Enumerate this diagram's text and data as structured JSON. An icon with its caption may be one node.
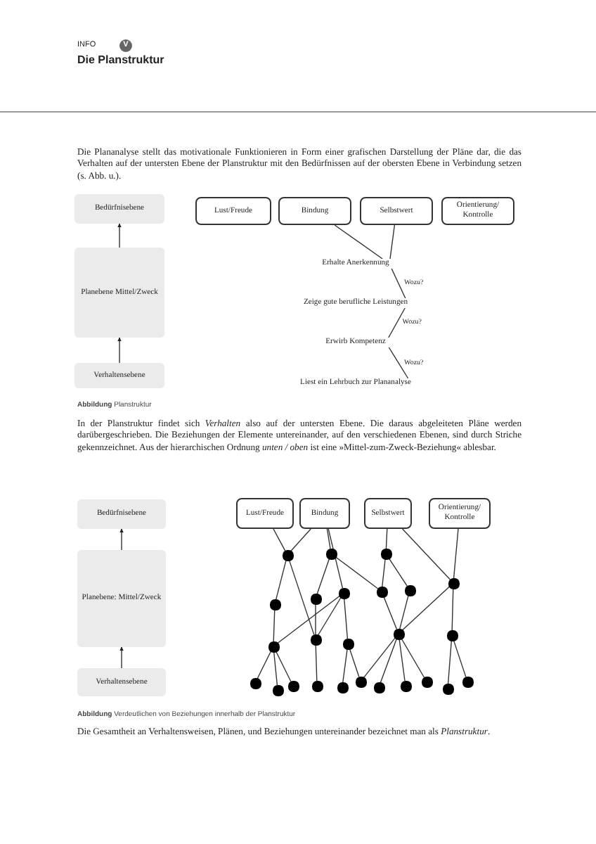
{
  "diagram": {
    "title": "Die Planstruktur",
    "nodes": [
      {
        "text": [
          "Bedürfnisebene"
        ]
      },
      {
        "text": [
          "Planebene Mittel/Zweck"
        ]
      },
      {
        "text": [
          "Verhaltensebene"
        ]
      },
      {
        "text": [
          "Lust/Freude"
        ]
      },
      {
        "text": [
          "Bindung"
        ]
      },
      {
        "text": [
          "Selbstwert"
        ]
      },
      {
        "text": [
          "Orientierung/ Kontrolle"
        ]
      },
      {
        "text": [
          "Erhalte Anerkennung"
        ]
      },
      {
        "text": [
          "Zeige gute berufliche Leistungen"
        ]
      },
      {
        "text": [
          "Erwirb Kompetenz"
        ]
      },
      {
        "text": [
          "Liest ein Lehrbuch zur Plananalyse"
        ]
      },
      {
        "text": [
          "Bedürfnisebene"
        ]
      },
      {
        "text": [
          "Planebene: Mittel/Zweck"
        ]
      },
      {
        "text": [
          "Verhaltensebene"
        ]
      },
      {
        "text": [
          "Lust/Freude"
        ]
      },
      {
        "text": [
          "Bindung"
        ]
      },
      {
        "text": [
          "Selbstwert"
        ]
      },
      {
        "text": [
          "Orientierung/ Kontrolle"
        ]
      },
      {
        "text": [],
        "shape": "circle"
      },
      {
        "text": [],
        "shape": "circle"
      },
      {
        "text": [],
        "shape": "circle"
      },
      {
        "text": [],
        "shape": "circle"
      },
      {
        "text": [],
        "shape": "circle"
      },
      {
        "text": [],
        "shape": "circle"
      },
      {
        "text": [],
        "shape": "circle"
      },
      {
        "text": [],
        "shape": "circle"
      },
      {
        "text": [],
        "shape": "circle"
      },
      {
        "text": [],
        "shape": "circle"
      },
      {
        "text": [],
        "shape": "circle"
      },
      {
        "text": [],
        "shape": "circle"
      },
      {
        "text": [],
        "shape": "circle"
      },
      {
        "text": [],
        "shape": "circle"
      },
      {
        "text": [],
        "shape": "circle"
      },
      {
        "text": [],
        "shape": "circle"
      },
      {
        "text": [],
        "shape": "circle"
      },
      {
        "text": [],
        "shape": "circle"
      },
      {
        "text": [],
        "shape": "circle"
      },
      {
        "text": [],
        "shape": "circle"
      },
      {
        "text": [],
        "shape": "circle"
      },
      {
        "text": [],
        "shape": "circle"
      },
      {
        "text": [],
        "shape": "circle"
      },
      {
        "text": [],
        "shape": "circle"
      },
      {
        "text": [],
        "shape": "circle"
      }
    ],
    "edges": [
      {
        "from": 1,
        "to": 0,
        "arrow": "to"
      },
      {
        "from": 2,
        "to": 1,
        "arrow": "to"
      },
      {
        "from": 7,
        "to": 4,
        "arrow": "none"
      },
      {
        "from": 7,
        "to": 5,
        "arrow": "none"
      },
      {
        "from": 8,
        "to": 7,
        "arrow": "none",
        "label": "Wozu?"
      },
      {
        "from": 9,
        "to": 8,
        "arrow": "none",
        "label": "Wozu?"
      },
      {
        "from": 10,
        "to": 9,
        "arrow": "none",
        "label": "Wozu?"
      },
      {
        "from": 12,
        "to": 11,
        "arrow": "to"
      },
      {
        "from": 13,
        "to": 12,
        "arrow": "to"
      },
      {
        "from": 14,
        "to": 18,
        "arrow": "none"
      },
      {
        "from": 15,
        "to": 18,
        "arrow": "none"
      },
      {
        "from": 15,
        "to": 19,
        "arrow": "none"
      },
      {
        "from": 15,
        "to": 24,
        "arrow": "none"
      },
      {
        "from": 16,
        "to": 20,
        "arrow": "none"
      },
      {
        "from": 16,
        "to": 21,
        "arrow": "none"
      },
      {
        "from": 17,
        "to": 21,
        "arrow": "none"
      },
      {
        "from": 18,
        "to": 22,
        "arrow": "none"
      },
      {
        "from": 18,
        "to": 28,
        "arrow": "none"
      },
      {
        "from": 19,
        "to": 23,
        "arrow": "none"
      },
      {
        "from": 19,
        "to": 25,
        "arrow": "none"
      },
      {
        "from": 20,
        "to": 25,
        "arrow": "none"
      },
      {
        "from": 20,
        "to": 26,
        "arrow": "none"
      },
      {
        "from": 21,
        "to": 30,
        "arrow": "none"
      },
      {
        "from": 21,
        "to": 31,
        "arrow": "none"
      },
      {
        "from": 22,
        "to": 27,
        "arrow": "none"
      },
      {
        "from": 23,
        "to": 28,
        "arrow": "none"
      },
      {
        "from": 24,
        "to": 27,
        "arrow": "none"
      },
      {
        "from": 24,
        "to": 28,
        "arrow": "none"
      },
      {
        "from": 24,
        "to": 29,
        "arrow": "none"
      },
      {
        "from": 25,
        "to": 30,
        "arrow": "none"
      },
      {
        "from": 26,
        "to": 30,
        "arrow": "none"
      },
      {
        "from": 27,
        "to": 32,
        "arrow": "none"
      },
      {
        "from": 27,
        "to": 33,
        "arrow": "none"
      },
      {
        "from": 27,
        "to": 34,
        "arrow": "none"
      },
      {
        "from": 28,
        "to": 35,
        "arrow": "none"
      },
      {
        "from": 29,
        "to": 36,
        "arrow": "none"
      },
      {
        "from": 29,
        "to": 37,
        "arrow": "none"
      },
      {
        "from": 30,
        "to": 37,
        "arrow": "none"
      },
      {
        "from": 30,
        "to": 38,
        "arrow": "none"
      },
      {
        "from": 30,
        "to": 39,
        "arrow": "none"
      },
      {
        "from": 30,
        "to": 40,
        "arrow": "none"
      },
      {
        "from": 31,
        "to": 41,
        "arrow": "none"
      },
      {
        "from": 31,
        "to": 42,
        "arrow": "none"
      }
    ],
    "labels": [
      "INFO",
      "V",
      "Die Plananalyse stellt das motivationale Funktionieren in Form einer grafischen Darstellung der Pläne dar, die das Verhalten auf der untersten Ebene der Planstruktur mit den Bedürfnissen auf der obersten Ebene in Verbindung setzen (s. Abb. u.).",
      "**Abbildung** Planstruktur",
      "In der Planstruktur findet sich *Verhalten* also auf der untersten Ebene. Die daraus abgeleiteten Pläne werden darübergeschrieben. Die Beziehungen der Elemente untereinander, auf den verschiedenen Ebenen, sind durch Striche gekennzeichnet. Aus der hierarchischen Ordnung *unten / oben* ist eine »Mittel-zum-Zweck-Beziehung« ablesbar.",
      "**Abbildung** Verdeutlichen von Beziehungen innerhalb der Planstruktur",
      "Die Gesamtheit an Verhaltensweisen, Plänen, und Beziehungen untereinander bezeichnet man als *Planstruktur*."
    ]
  }
}
